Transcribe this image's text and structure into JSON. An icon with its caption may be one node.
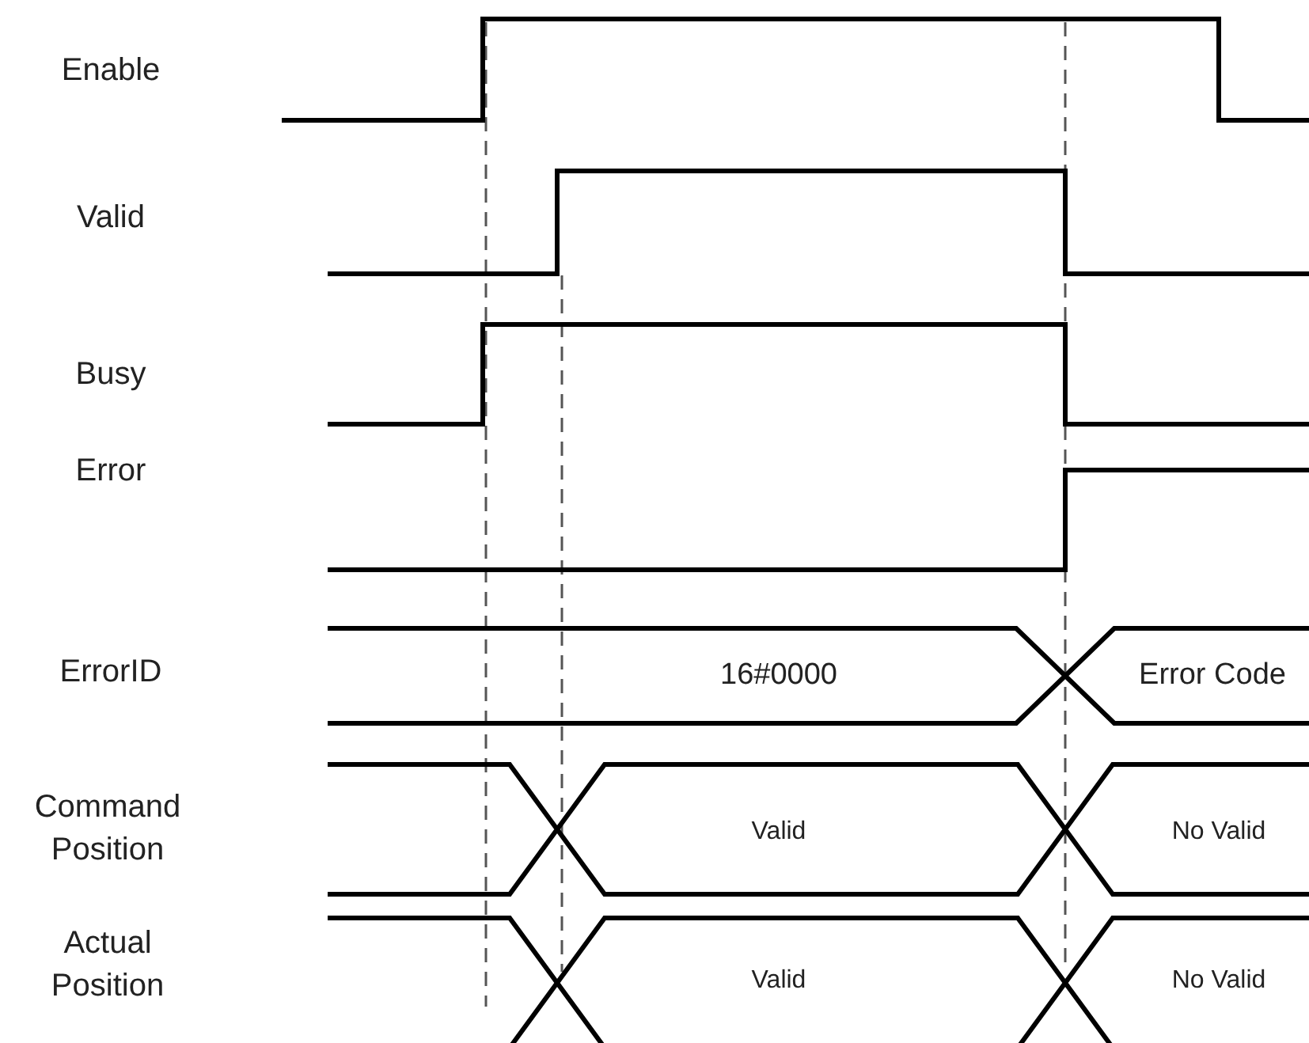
{
  "diagram": {
    "labels": [
      "Enable",
      "Valid",
      "Busy",
      "Error",
      "ErrorID",
      "16#0000",
      "Error Code",
      "Command Position",
      "Valid",
      "No Valid",
      "Actual Position",
      "Valid",
      "No Valid"
    ]
  }
}
